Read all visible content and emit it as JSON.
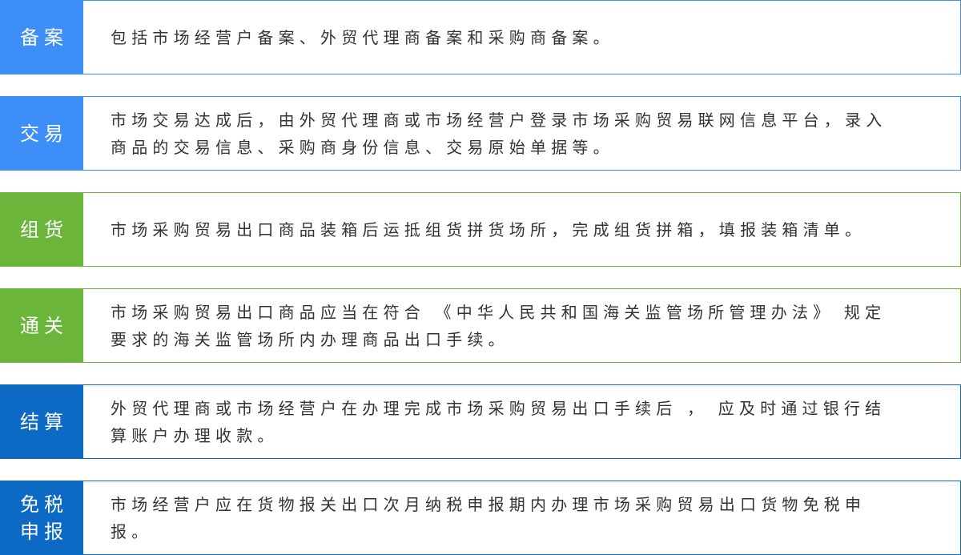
{
  "colors": {
    "blue_light": "#3e8ef7",
    "green": "#6ab53a",
    "blue_dark": "#0c6ac4",
    "text": "#333333"
  },
  "steps": [
    {
      "label": "备案",
      "desc": "包括市场经营户备案、外贸代理商备案和采购商备案。",
      "color": "#3e8ef7"
    },
    {
      "label": "交易",
      "desc": "市场交易达成后，由外贸代理商或市场经营户登录市场采购贸易联网信息平台，录入商品的交易信息、采购商身份信息、交易原始单据等。",
      "color": "#3e8ef7"
    },
    {
      "label": "组货",
      "desc": "市场采购贸易出口商品装箱后运抵组货拼货场所，完成组货拼箱，填报装箱清单。",
      "color": "#6ab53a"
    },
    {
      "label": "通关",
      "desc": "市场采购贸易出口商品应当在符合 《中华人民共和国海关监管场所管理办法》 规定要求的海关监管场所内办理商品出口手续。",
      "color": "#6ab53a"
    },
    {
      "label": "结算",
      "desc": "外贸代理商或市场经营户在办理完成市场采购贸易出口手续后 ， 应及时通过银行结算账户办理收款。",
      "color": "#0c6ac4"
    },
    {
      "label": "免税\n申报",
      "desc": "市场经营户应在货物报关出口次月纳税申报期内办理市场采购贸易出口货物免税申报。",
      "color": "#0c6ac4"
    }
  ]
}
